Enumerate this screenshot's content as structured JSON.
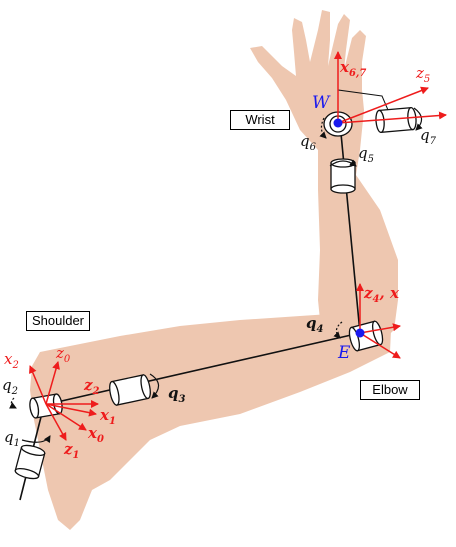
{
  "colors": {
    "skin": "#eec7b0",
    "axis_red": "#ee1c1c",
    "joint_blue": "#1a1aee",
    "link": "#111111",
    "box_border": "#000000"
  },
  "labels": {
    "wrist": "Wrist",
    "shoulder": "Shoulder",
    "elbow": "Elbow"
  },
  "shoulder_frame": {
    "x2": "x",
    "x2_sub": "2",
    "z0": "z",
    "z0_sub": "0",
    "z2": "z",
    "z2_sub": "2",
    "x1": "x",
    "x1_sub": "1",
    "x0": "x",
    "x0_sub": "0",
    "z1": "z",
    "z1_sub": "1"
  },
  "joints": {
    "q1": "q",
    "q1_sub": "1",
    "q2": "q",
    "q2_sub": "2",
    "q3": "q",
    "q3_sub": "3",
    "q4": "q",
    "q4_sub": "4",
    "q5": "q",
    "q5_sub": "5",
    "q6": "q",
    "q6_sub": "6",
    "q7": "q",
    "q7_sub": "7"
  },
  "wrist_frame": {
    "x67": "x",
    "x67_sub": "6,7",
    "z5": "z",
    "z5_sub": "5",
    "W": "W"
  },
  "elbow_frame": {
    "z4": "z",
    "z4_sub": "4",
    "z4_tail": ", x",
    "E": "E"
  }
}
